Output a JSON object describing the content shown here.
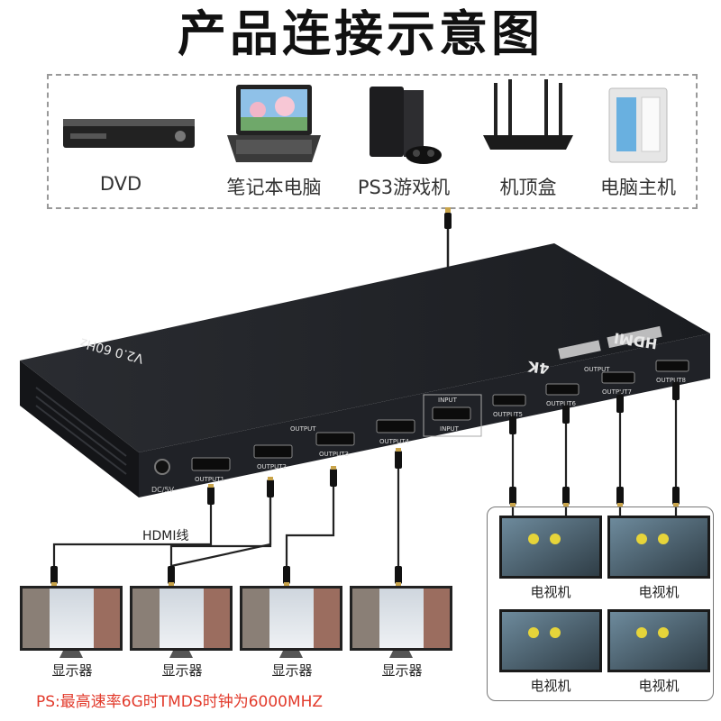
{
  "title": "产品连接示意图",
  "sources": [
    {
      "label": "DVD",
      "icon": "dvd-player-icon"
    },
    {
      "label": "笔记本电脑",
      "icon": "laptop-icon"
    },
    {
      "label": "PS3游戏机",
      "icon": "game-console-icon"
    },
    {
      "label": "机顶盒",
      "icon": "router-icon"
    },
    {
      "label": "电脑主机",
      "icon": "desktop-tower-icon"
    }
  ],
  "device": {
    "brand": "HDMI",
    "resolution_badge": "4K",
    "version_text": "V2.0 60Hz",
    "input_group_label": "INPUT",
    "input_port": "INPUT",
    "output_group_label": "OUTPUT",
    "outputs": [
      "OUTPUT1",
      "OUTPUT2",
      "OUTPUT3",
      "OUTPUT4",
      "OUTPUT5",
      "OUTPUT6",
      "OUTPUT7",
      "OUTPUT8"
    ],
    "power_label": "DC/5V"
  },
  "cable_label": "HDMI线",
  "monitors": [
    "显示器",
    "显示器",
    "显示器",
    "显示器"
  ],
  "tvs": [
    "电视机",
    "电视机",
    "电视机",
    "电视机"
  ],
  "note": "PS:最高速率6G时TMDS时钟为6000MHZ",
  "colors": {
    "note": "#e23a2b",
    "device": "#1f2125",
    "cable": "#222222",
    "connector_tip": "#c9a44a"
  }
}
